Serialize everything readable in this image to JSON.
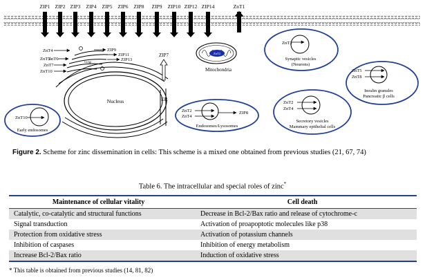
{
  "figure": {
    "membrane_transporters": [
      "ZIP1",
      "ZIP2",
      "ZIP3",
      "ZIP4",
      "ZIP5",
      "ZIP6",
      "ZIP8",
      "ZIP9",
      "ZIP10",
      "ZIP12",
      "ZIP14",
      "ZnT1"
    ],
    "golgi_left_labels": [
      "ZnT4",
      "ZnT5-",
      "ZnT6",
      "ZnT7",
      "ZnT10"
    ],
    "golgi_right_labels": [
      "ZIP9",
      "ZIP11",
      "ZIP13"
    ],
    "golgi_label": "Golgi",
    "zip7_label": "ZIP7",
    "er_label": "ER",
    "nucleus_label": "Nucleus",
    "mitochondria_label": "Mitochondria",
    "mito_inner_label": "ZnT2",
    "synaptic": {
      "transporter": "ZnT3",
      "label": "Synaptic vesicles",
      "sublabel": "(Neurons)"
    },
    "insulin": {
      "transporters": [
        "ZnT5",
        "ZnT8"
      ],
      "label": "Insulin granules",
      "sublabel": "Pancreatic β cells"
    },
    "secretory": {
      "transporters": [
        "ZnT2",
        "ZnT4"
      ],
      "label": "Secretory vesicles",
      "sublabel": "Mammary epithelial cells"
    },
    "endosomes_lyso": {
      "transporters": [
        "ZnT2",
        "ZnT4"
      ],
      "out": "ZIP8",
      "label": "Endosomes/Lysosomes"
    },
    "early_endosomes": {
      "transporter": "ZnT10",
      "label": "Early endosomes"
    }
  },
  "caption": {
    "prefix": "Figure  2.",
    "text": "Scheme for zinc dissemination in cells: This scheme is a mixed one obtained from previous studies (21, 67, 74)"
  },
  "table": {
    "title": "Table 6. The intracellular and special roles of zinc",
    "title_mark": "*",
    "columns": [
      "Maintenance of cellular vitality",
      "Cell death"
    ],
    "rows": [
      [
        "Catalytic, co-catalytic and structural functions",
        "Decrease in Bcl-2/Bax ratio and release of cytochrome-c"
      ],
      [
        "Signal transduction",
        "Activation of proapoptotic molecules like p38"
      ],
      [
        "Protection from oxidative stress",
        "Activation of potassium channels"
      ],
      [
        "Inhibition of caspases",
        "Inhibition of energy metabolism"
      ],
      [
        "Increase Bcl-2/Bax ratio",
        "Induction of oxidative stress"
      ]
    ],
    "note": "* This table is obtained from previous studies (14, 81, 82)"
  },
  "colors": {
    "accent": "#1f3f9a",
    "mito": "#1a2fb0",
    "row_shade": "#e0e0e0"
  }
}
